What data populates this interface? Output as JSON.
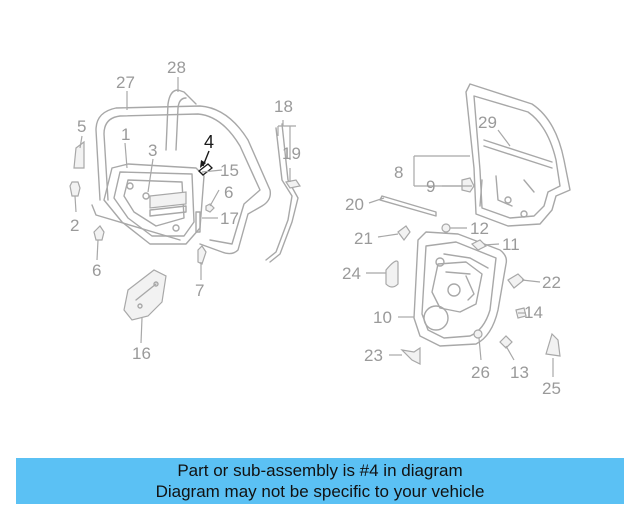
{
  "callouts": {
    "c1": "1",
    "c2": "2",
    "c3": "3",
    "c4": "4",
    "c5": "5",
    "c6a": "6",
    "c6b": "6",
    "c7": "7",
    "c8": "8",
    "c9": "9",
    "c10": "10",
    "c11": "11",
    "c12": "12",
    "c13": "13",
    "c14": "14",
    "c15": "15",
    "c16": "16",
    "c17": "17",
    "c18": "18",
    "c19": "19",
    "c20": "20",
    "c21": "21",
    "c22": "22",
    "c23": "23",
    "c24": "24",
    "c25": "25",
    "c26": "26",
    "c27": "27",
    "c28": "28",
    "c29": "29"
  },
  "highlighted_part": "4",
  "colors": {
    "highlight": "#1a1a1a",
    "parts": "#a8a8a8",
    "banner": "#5bc1f4"
  },
  "banner": {
    "line1": "Part or sub-assembly is #4 in diagram",
    "line2": "Diagram may not be specific to your vehicle"
  }
}
